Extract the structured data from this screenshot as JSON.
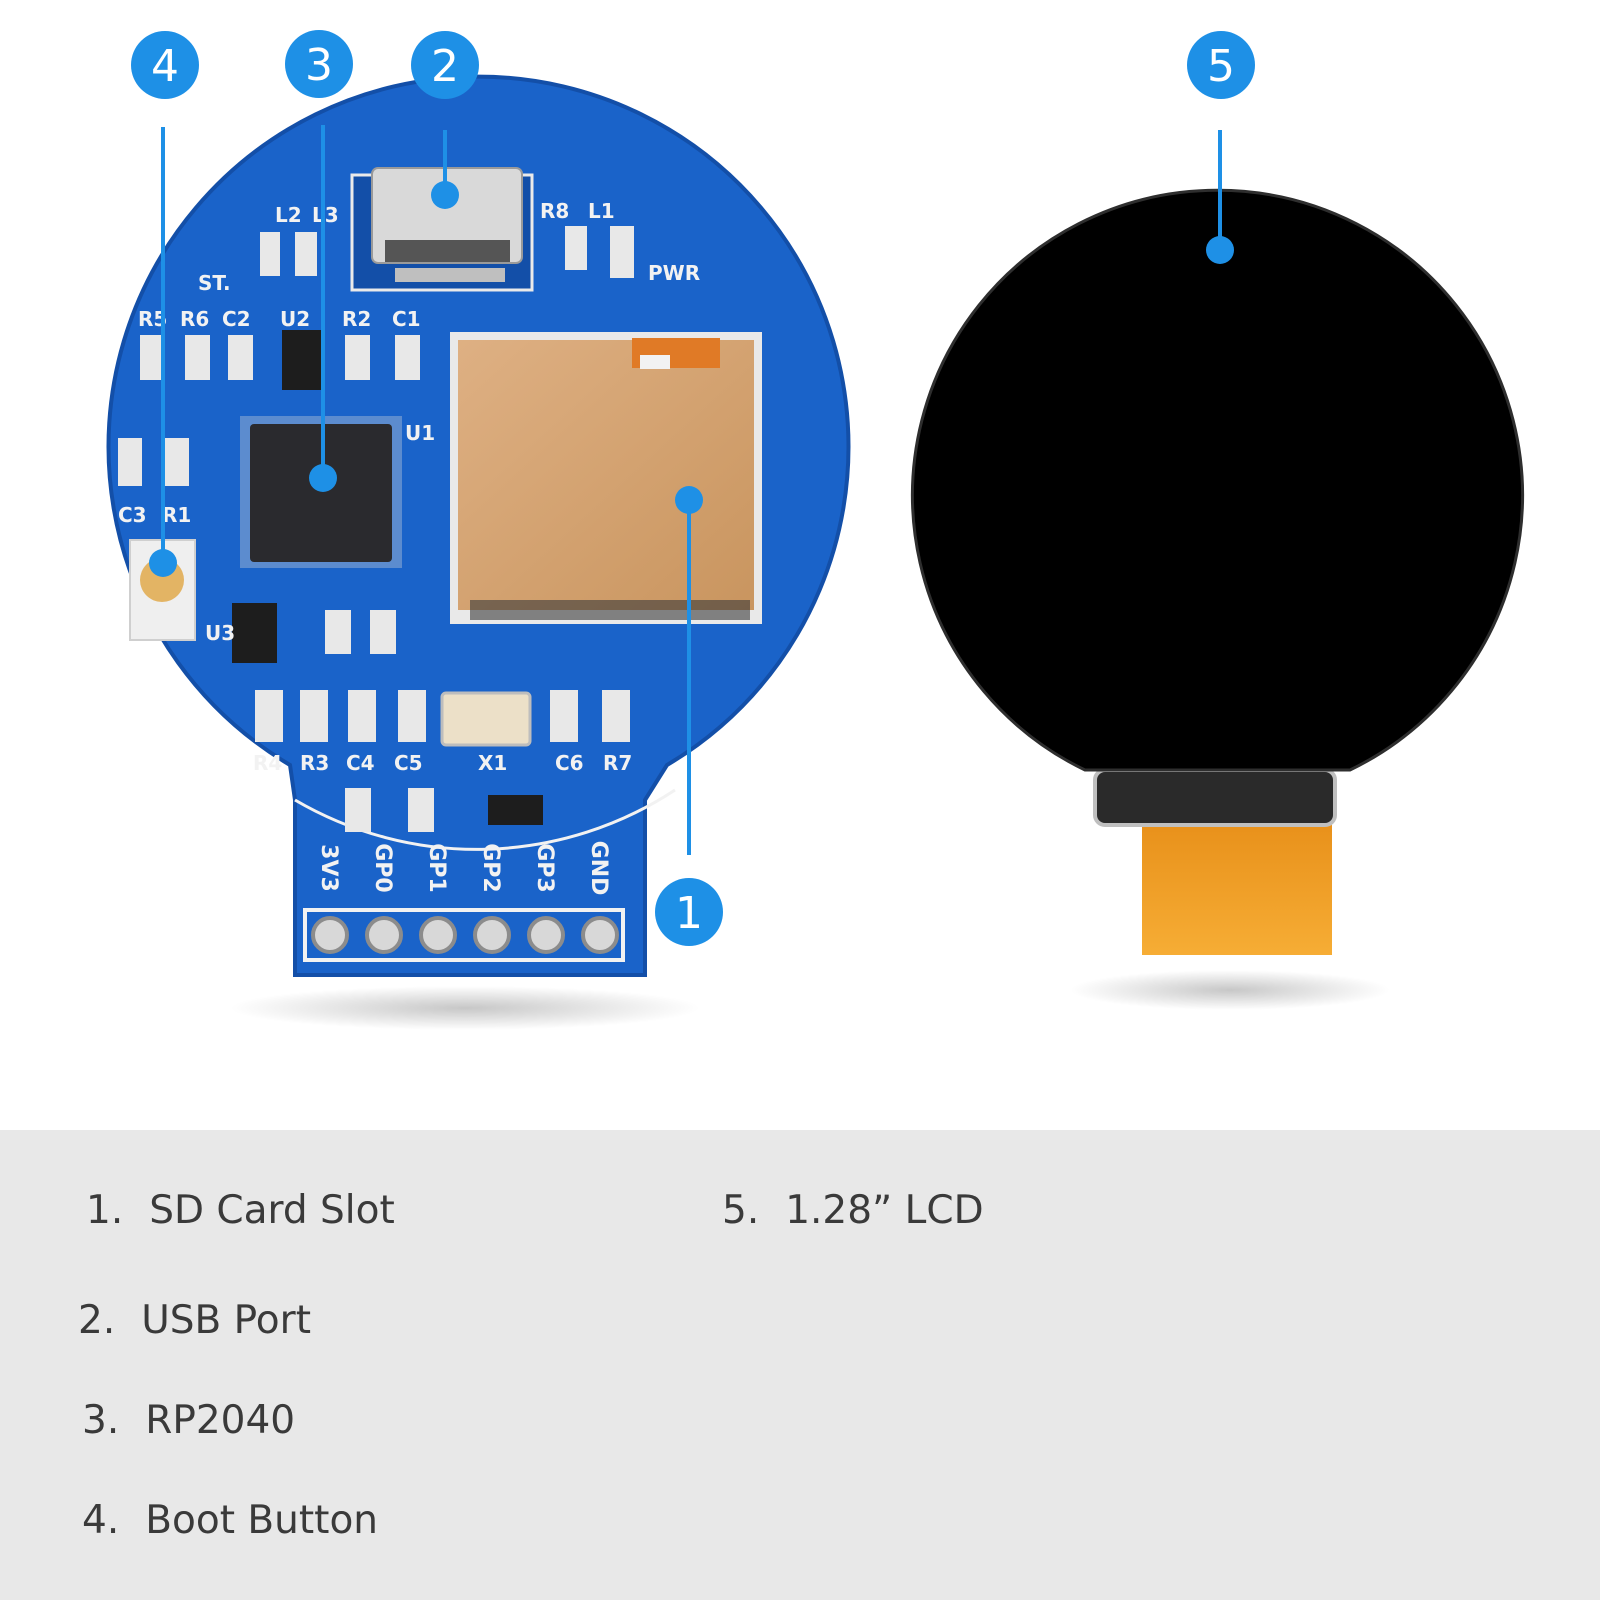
{
  "colors": {
    "callout_blue": "#1e90e6",
    "pcb_blue": "#1a63c9",
    "pcb_dark": "#134fa8",
    "copper": "#d2a272",
    "lcd_black": "#000000",
    "flex_orange": "#f0a020",
    "legend_bg": "#e8e8e8",
    "legend_text": "#3a3a3a"
  },
  "callouts": [
    {
      "label": "1"
    },
    {
      "label": "2"
    },
    {
      "label": "3"
    },
    {
      "label": "4"
    },
    {
      "label": "5"
    }
  ],
  "pcb": {
    "silk": [
      "L2",
      "L3",
      "R8",
      "L1",
      "ST.",
      "PWR",
      "R5",
      "R6",
      "C2",
      "U2",
      "R2",
      "C1",
      "U1",
      "C3",
      "R1",
      "U3",
      "R4",
      "R3",
      "C4",
      "C5",
      "X1",
      "C6",
      "R7"
    ],
    "pins": [
      "3V3",
      "GP0",
      "GP1",
      "GP2",
      "GP3",
      "GND"
    ]
  },
  "legend": [
    {
      "num": "1.",
      "text": "SD Card Slot"
    },
    {
      "num": "2.",
      "text": "USB Port"
    },
    {
      "num": "3.",
      "text": "RP2040"
    },
    {
      "num": "4.",
      "text": "Boot Button"
    },
    {
      "num": "5.",
      "text": "1.28” LCD"
    }
  ]
}
